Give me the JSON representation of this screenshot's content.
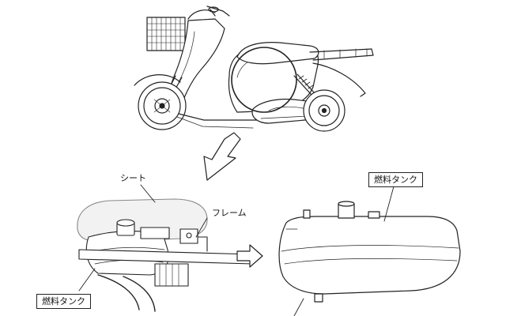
{
  "labels": {
    "seat": "シート",
    "frame": "フレーム",
    "fuel_tank_left": "燃料タンク",
    "fuel_tank_right": "燃料タンク"
  }
}
